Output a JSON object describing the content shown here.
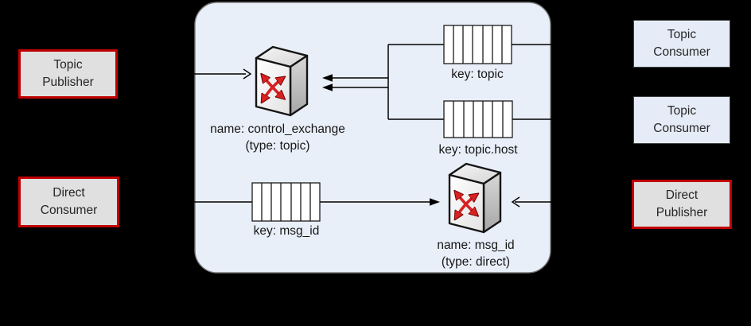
{
  "colors": {
    "background": "#000000",
    "broker_fill": "#e9eff9",
    "broker_border": "#7a7a7a",
    "publisher_consumer_red_fill": "#e0e0e0",
    "publisher_consumer_red_border": "#c00000",
    "topic_consumer_fill": "#e6ecf7",
    "topic_consumer_border": "#3f3f3f",
    "line_color": "#000000",
    "queue_fill": "#ffffff",
    "exchange_arrow_red": "#d92121"
  },
  "boxes": {
    "topic_publisher": {
      "lines": [
        "Topic",
        "Publisher"
      ]
    },
    "direct_consumer": {
      "lines": [
        "Direct",
        "Consumer"
      ]
    },
    "topic_consumer_1": {
      "lines": [
        "Topic",
        "Consumer"
      ]
    },
    "topic_consumer_2": {
      "lines": [
        "Topic",
        "Consumer"
      ]
    },
    "direct_publisher": {
      "lines": [
        "Direct",
        "Publisher"
      ]
    }
  },
  "broker": {
    "exchanges": {
      "control": {
        "name_label": "name: control_exchange",
        "type_label": "(type: topic)"
      },
      "direct": {
        "name_label": "name: msg_id",
        "type_label": "(type: direct)"
      }
    },
    "queues": {
      "topic": {
        "key_label": "key: topic"
      },
      "topic_host": {
        "key_label": "key: topic.host"
      },
      "msg_id": {
        "key_label": "key: msg_id"
      }
    }
  }
}
